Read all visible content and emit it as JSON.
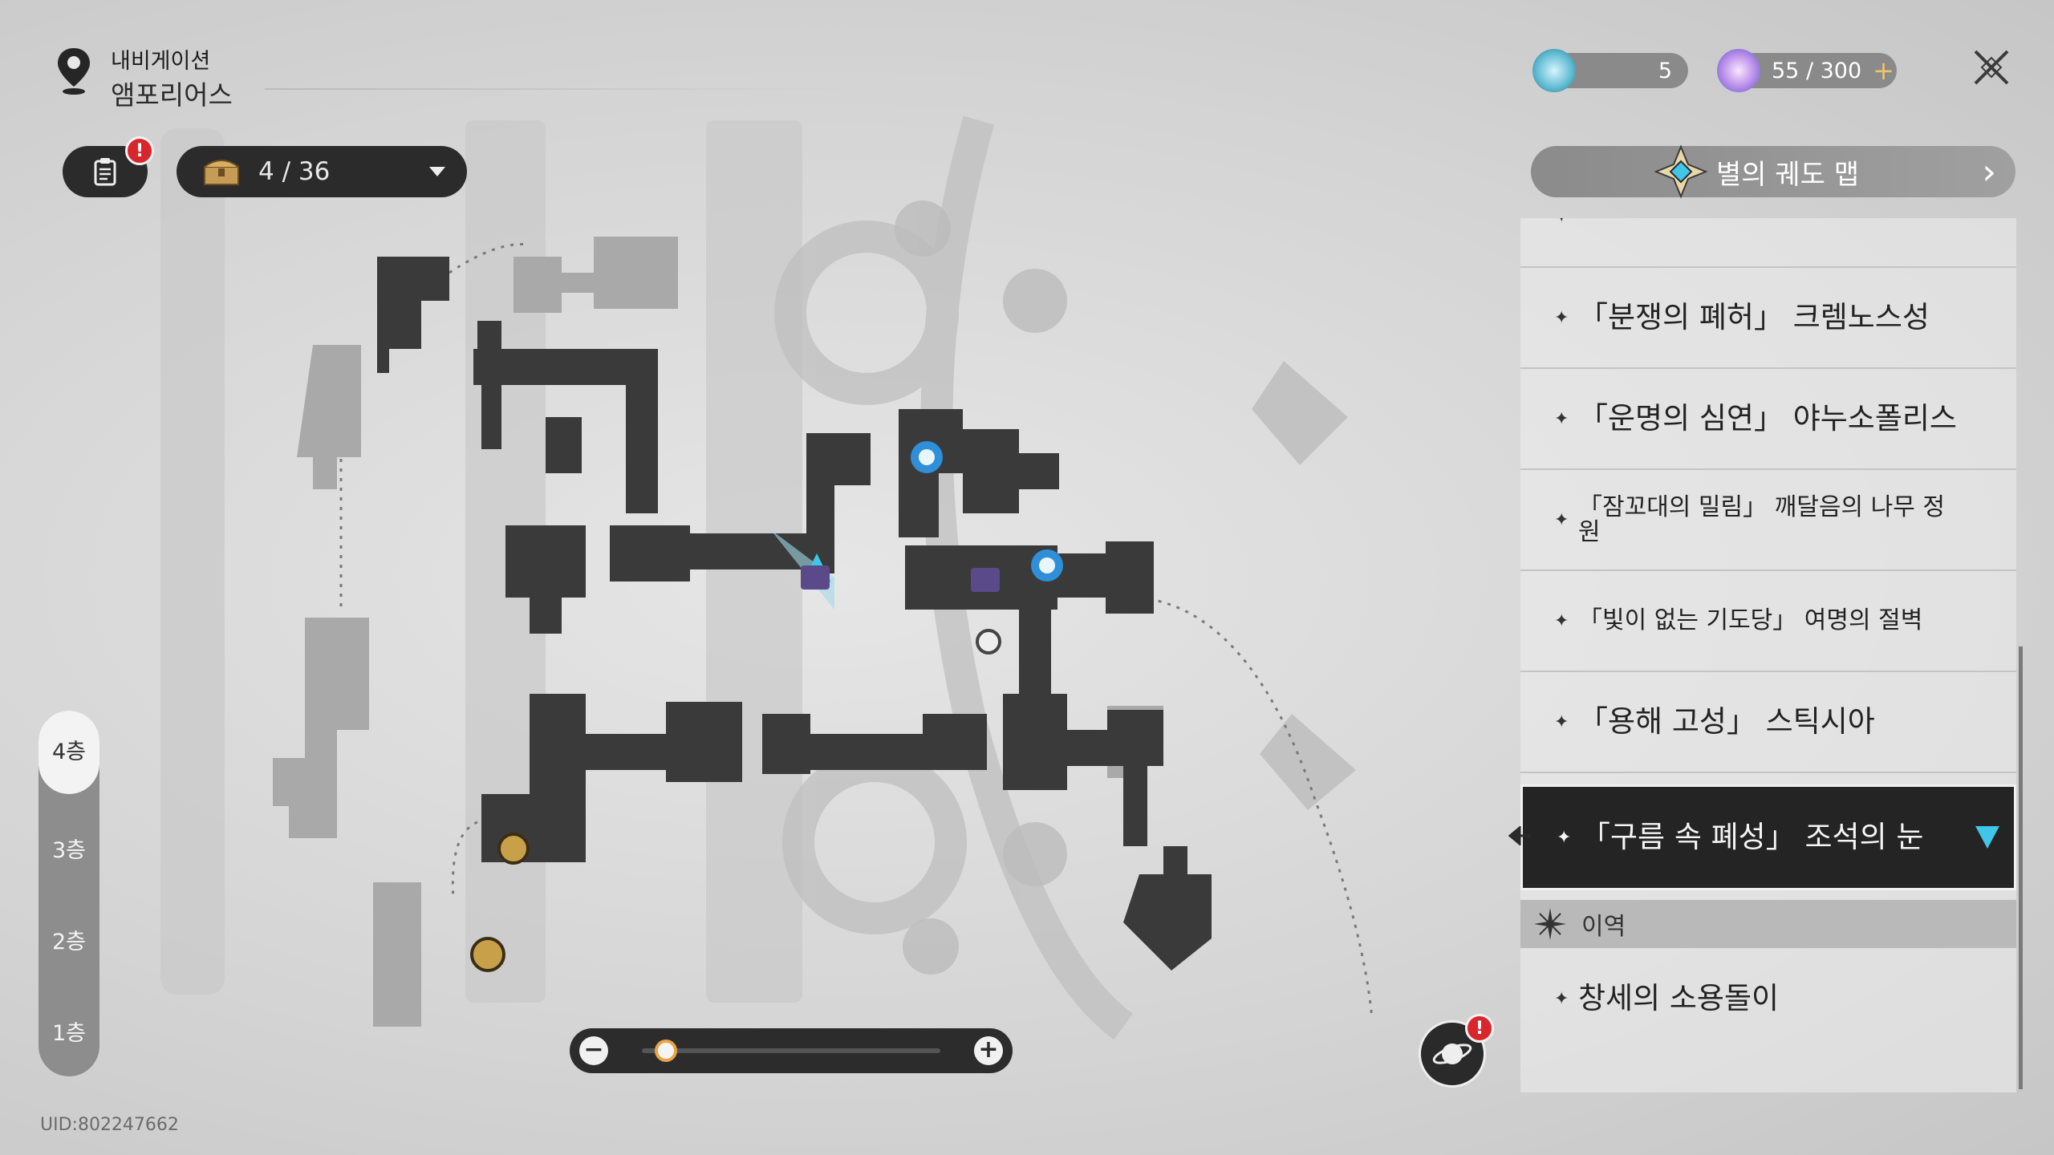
{
  "header": {
    "nav_label": "내비게이션",
    "area_name": "앰포리어스"
  },
  "resources": {
    "fuel": {
      "value": "5",
      "icon": "fuel-orb-icon"
    },
    "stamina": {
      "value": "55 / 300",
      "plus": "+",
      "icon": "stamina-orb-icon"
    }
  },
  "toolbar": {
    "mission_badge": "!",
    "chest_count": "4 / 36"
  },
  "floors": [
    "4층",
    "3층",
    "2층",
    "1층"
  ],
  "active_floor": "4층",
  "zoom": {
    "minus": "−",
    "plus": "+",
    "level": 0.08
  },
  "panel": {
    "title": "별의 궤도 맵",
    "chevron": "›",
    "items": [
      "「분쟁의 폐허」 크렘노스성",
      "「운명의 심연」 야누소폴리스",
      "「잠꼬대의 밀림」 깨달음의 나무 정원",
      "「빛이 없는 기도당」 여명의 절벽",
      "「용해 고성」 스틱시아",
      "「구름 속 폐성」 조석의 눈"
    ],
    "active_index": 5,
    "section_label": "이역",
    "bottom_item": "창세의 소용돌이"
  },
  "radar_badge": "!",
  "uid": "UID:802247662",
  "colors": {
    "accent_cyan": "#3fc6e8",
    "badge_red": "#d8262c",
    "dark": "#2b2b2b",
    "map_block": "#3c3c3c"
  }
}
